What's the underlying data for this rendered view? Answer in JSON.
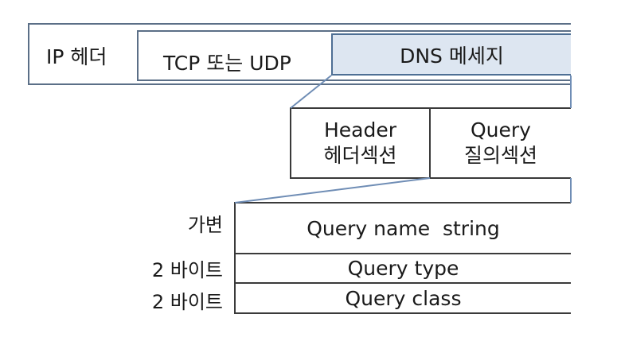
{
  "packet": {
    "ip_header": "IP 헤더",
    "transport": "TCP 또는 UDP",
    "dns_message": "DNS 메세지"
  },
  "sections": {
    "header": {
      "title": "Header",
      "subtitle": "헤더섹션"
    },
    "query": {
      "title": "Query",
      "subtitle": "질의섹션"
    }
  },
  "query_fields": [
    {
      "size": "가변",
      "name": "Query name  string"
    },
    {
      "size": "2 바이트",
      "name": "Query type"
    },
    {
      "size": "2 바이트",
      "name": "Query class"
    }
  ],
  "colors": {
    "frame": "#5b6f87",
    "dns_fill": "#dde6f1",
    "guide_line": "#6f8db5",
    "table_border": "#3a3a3a"
  }
}
